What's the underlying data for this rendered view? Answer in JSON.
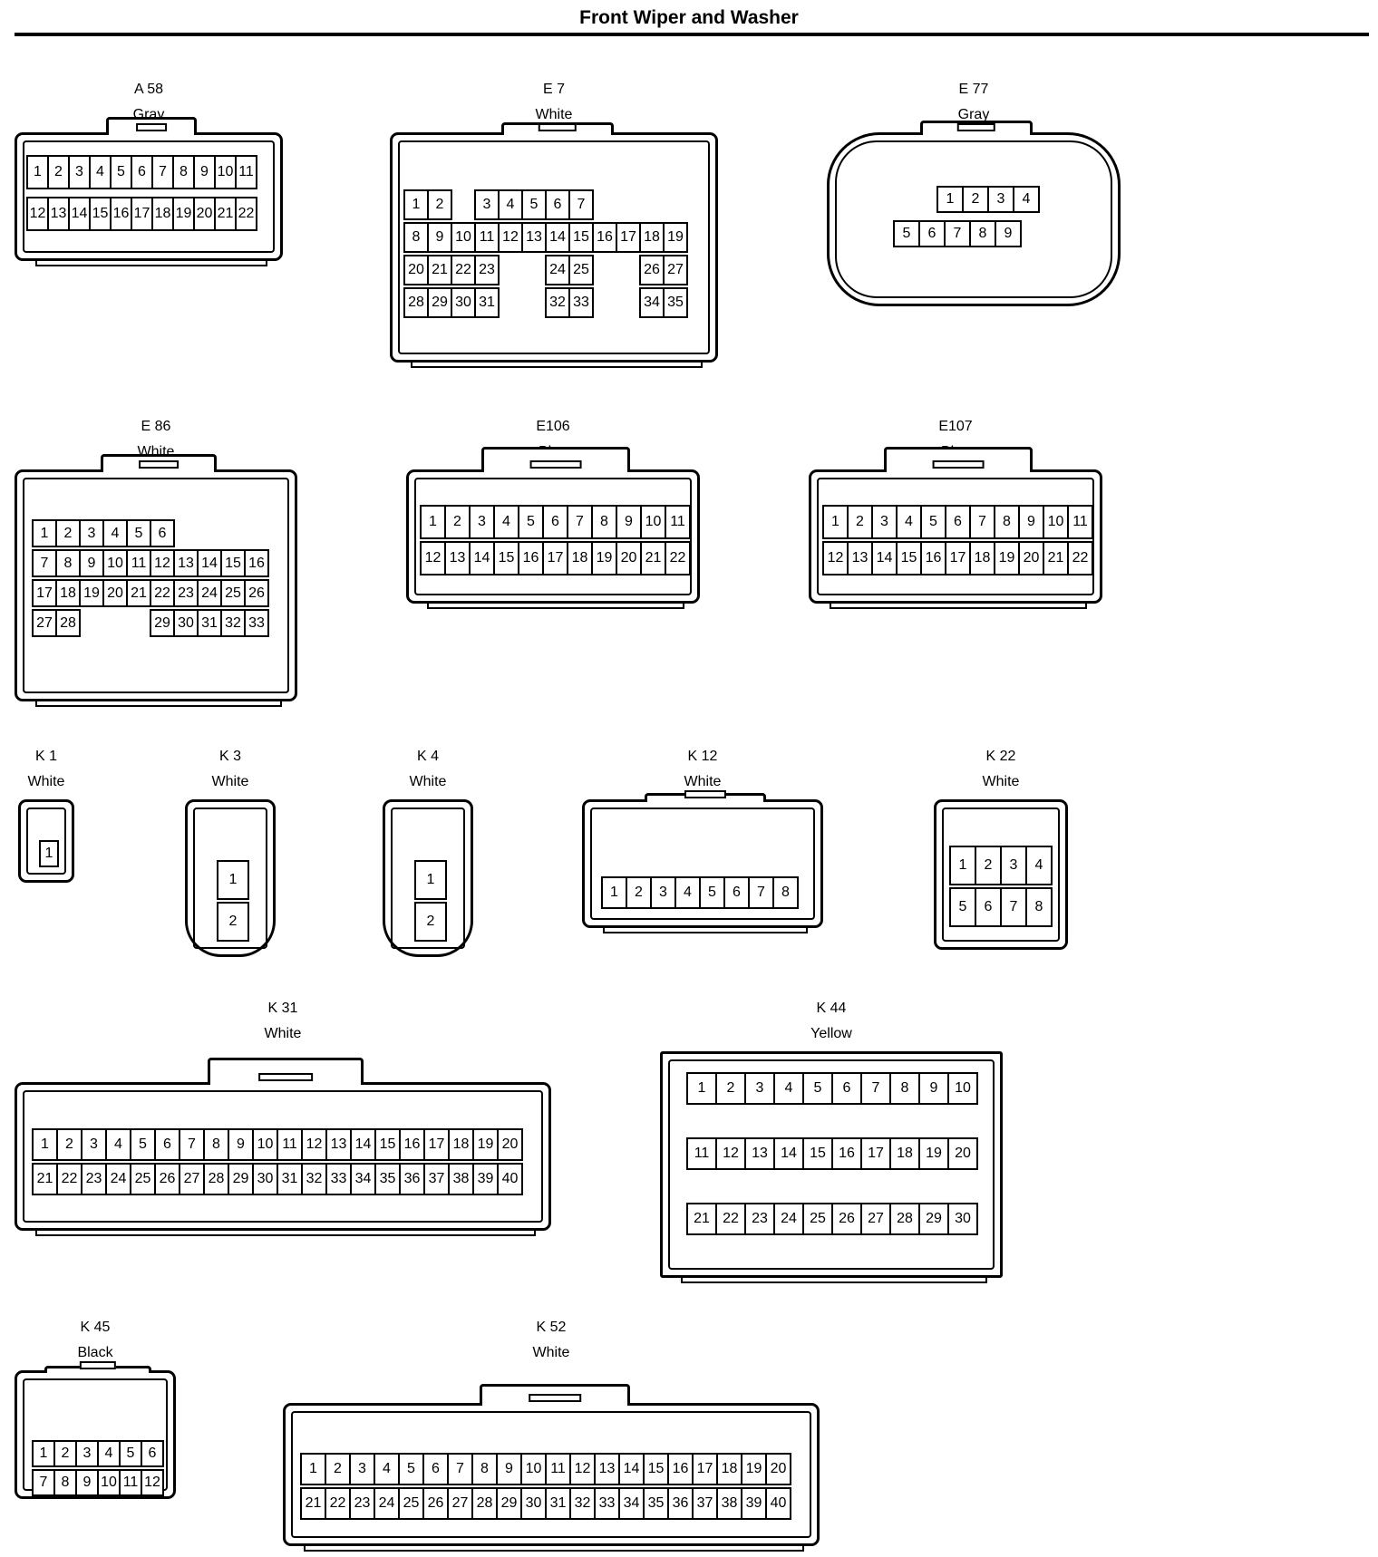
{
  "page": {
    "title": "Front Wiper and Washer"
  },
  "connectors": [
    {
      "id": "A 58",
      "color": "Gray",
      "rows": [
        [
          "1",
          "2",
          "3",
          "4",
          "5",
          "6",
          "7",
          "8",
          "9",
          "10",
          "11"
        ],
        [
          "12",
          "13",
          "14",
          "15",
          "16",
          "17",
          "18",
          "19",
          "20",
          "21",
          "22"
        ]
      ]
    },
    {
      "id": "E 7",
      "color": "White",
      "rows": [
        [
          "1",
          "2",
          "",
          "3",
          "4",
          "5",
          "6",
          "7"
        ],
        [
          "8",
          "9",
          "10",
          "11",
          "12",
          "13",
          "14",
          "15",
          "16",
          "17",
          "18",
          "19"
        ],
        [
          "20",
          "21",
          "22",
          "23",
          "",
          "",
          "24",
          "25",
          "",
          "",
          "26",
          "27"
        ],
        [
          "28",
          "29",
          "30",
          "31",
          "",
          "",
          "32",
          "33",
          "",
          "",
          "34",
          "35"
        ]
      ]
    },
    {
      "id": "E 77",
      "color": "Gray",
      "rows": [
        [
          "1",
          "2",
          "3",
          "4"
        ],
        [
          "5",
          "6",
          "7",
          "8",
          "9"
        ]
      ]
    },
    {
      "id": "E 86",
      "color": "White",
      "rows": [
        [
          "1",
          "2",
          "3",
          "4",
          "5",
          "6"
        ],
        [
          "7",
          "8",
          "9",
          "10",
          "11",
          "12",
          "13",
          "14",
          "15",
          "16"
        ],
        [
          "17",
          "18",
          "19",
          "20",
          "21",
          "22",
          "23",
          "24",
          "25",
          "26"
        ],
        [
          "27",
          "28",
          "",
          "",
          "",
          "29",
          "30",
          "31",
          "32",
          "33"
        ]
      ]
    },
    {
      "id": "E106",
      "color": "Blue",
      "rows": [
        [
          "1",
          "2",
          "3",
          "4",
          "5",
          "6",
          "7",
          "8",
          "9",
          "10",
          "11"
        ],
        [
          "12",
          "13",
          "14",
          "15",
          "16",
          "17",
          "18",
          "19",
          "20",
          "21",
          "22"
        ]
      ]
    },
    {
      "id": "E107",
      "color": "Blue",
      "rows": [
        [
          "1",
          "2",
          "3",
          "4",
          "5",
          "6",
          "7",
          "8",
          "9",
          "10",
          "11"
        ],
        [
          "12",
          "13",
          "14",
          "15",
          "16",
          "17",
          "18",
          "19",
          "20",
          "21",
          "22"
        ]
      ]
    },
    {
      "id": "K 1",
      "color": "White",
      "rows": [
        [
          "1"
        ]
      ]
    },
    {
      "id": "K 3",
      "color": "White",
      "rows": [
        [
          "1"
        ],
        [
          "2"
        ]
      ]
    },
    {
      "id": "K 4",
      "color": "White",
      "rows": [
        [
          "1"
        ],
        [
          "2"
        ]
      ]
    },
    {
      "id": "K 12",
      "color": "White",
      "rows": [
        [
          "1",
          "2",
          "3",
          "4",
          "5",
          "6",
          "7",
          "8"
        ]
      ]
    },
    {
      "id": "K 22",
      "color": "White",
      "rows": [
        [
          "1",
          "2",
          "3",
          "4"
        ],
        [
          "5",
          "6",
          "7",
          "8"
        ]
      ]
    },
    {
      "id": "K 31",
      "color": "White",
      "rows": [
        [
          "1",
          "2",
          "3",
          "4",
          "5",
          "6",
          "7",
          "8",
          "9",
          "10",
          "11",
          "12",
          "13",
          "14",
          "15",
          "16",
          "17",
          "18",
          "19",
          "20"
        ],
        [
          "21",
          "22",
          "23",
          "24",
          "25",
          "26",
          "27",
          "28",
          "29",
          "30",
          "31",
          "32",
          "33",
          "34",
          "35",
          "36",
          "37",
          "38",
          "39",
          "40"
        ]
      ]
    },
    {
      "id": "K 44",
      "color": "Yellow",
      "rows": [
        [
          "1",
          "2",
          "3",
          "4",
          "5",
          "6",
          "7",
          "8",
          "9",
          "10"
        ],
        [
          "11",
          "12",
          "13",
          "14",
          "15",
          "16",
          "17",
          "18",
          "19",
          "20"
        ],
        [
          "21",
          "22",
          "23",
          "24",
          "25",
          "26",
          "27",
          "28",
          "29",
          "30"
        ]
      ]
    },
    {
      "id": "K 45",
      "color": "Black",
      "rows": [
        [
          "1",
          "2",
          "3",
          "4",
          "5",
          "6"
        ],
        [
          "7",
          "8",
          "9",
          "10",
          "11",
          "12"
        ]
      ]
    },
    {
      "id": "K 52",
      "color": "White",
      "rows": [
        [
          "1",
          "2",
          "3",
          "4",
          "5",
          "6",
          "7",
          "8",
          "9",
          "10",
          "11",
          "12",
          "13",
          "14",
          "15",
          "16",
          "17",
          "18",
          "19",
          "20"
        ],
        [
          "21",
          "22",
          "23",
          "24",
          "25",
          "26",
          "27",
          "28",
          "29",
          "30",
          "31",
          "32",
          "33",
          "34",
          "35",
          "36",
          "37",
          "38",
          "39",
          "40"
        ]
      ]
    }
  ]
}
